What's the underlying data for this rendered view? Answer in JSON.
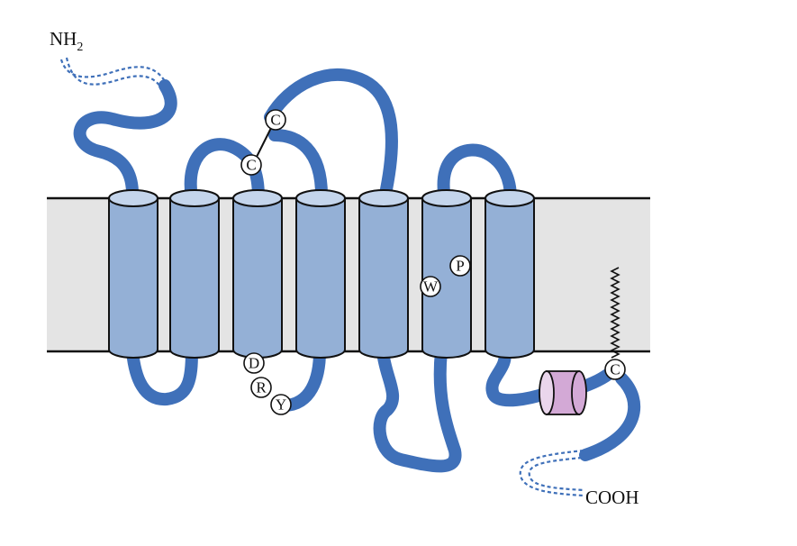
{
  "labels": {
    "n_terminus": "NH",
    "n_terminus_sub": "2",
    "c_terminus": "COOH"
  },
  "residues": {
    "disulfide_upper": "C",
    "disulfide_lower": "C",
    "motif_d": "D",
    "motif_r": "R",
    "motif_y": "Y",
    "motif_w": "W",
    "motif_p": "P",
    "palmitoyl_c": "C"
  },
  "colors": {
    "helix": "#94b0d6",
    "loop": "#3f70b9",
    "membrane": "#e4e4e4",
    "helix8": "#d3a9d6"
  }
}
